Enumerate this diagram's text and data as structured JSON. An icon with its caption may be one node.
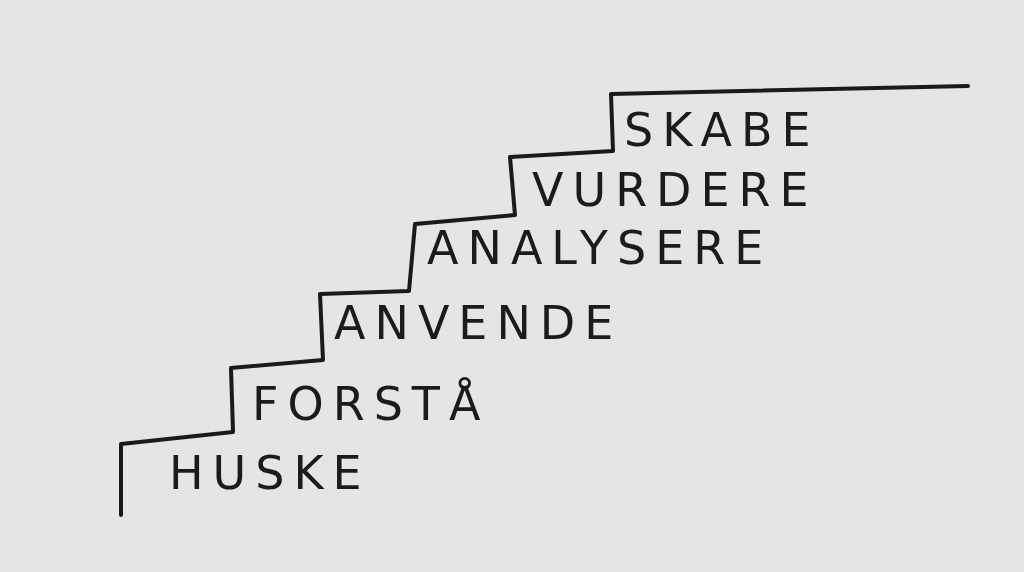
{
  "diagram": {
    "labels": [
      "SKABE",
      "VURDERE",
      "ANALYSERE",
      "ANVENDE",
      "FORSTÅ",
      "HUSKE"
    ]
  }
}
